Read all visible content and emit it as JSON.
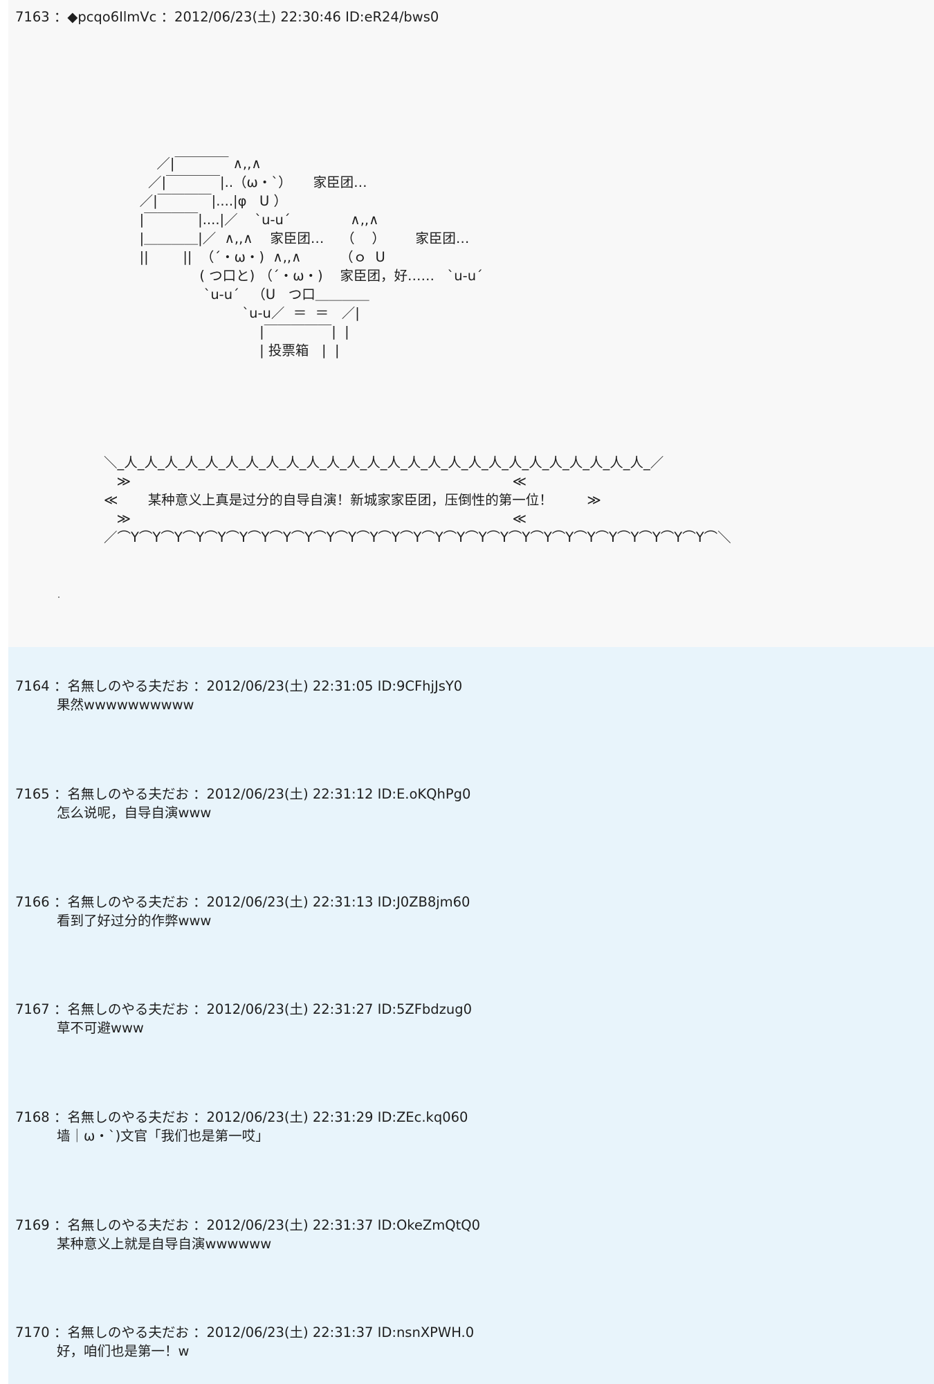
{
  "op": {
    "header": "7163 ：◆pcqo6IlmVc ：2012/06/23(土) 22:30:46 ID:eR24/bws0",
    "art_lines": [
      "            ／|￣￣￣￣ ∧,,∧",
      "          ／|￣￣￣￣|..（ω・`）     家臣团…",
      "        ／|￣￣￣￣|....|φ   U ）",
      "        |￣￣￣￣|....|／    `u-u´              ∧,,∧",
      "        |＿＿＿＿|／  ∧,,∧    家臣团…    （    ）       家臣团…",
      "        ||        ||  （´・ω・)  ∧,,∧         （ｏ  U",
      "                      ( つ口と) （´・ω・)    家臣团，好……   `u-u´",
      "                       `u-u´   （U   つ口＿＿＿＿",
      "                                `u-u／  ＝  ＝   ／|",
      "                                    |￣￣￣￣￣|  |",
      "                                    | 投票箱   |  |"
    ],
    "banner_lines": [
      "＼_人_人_人_人_人_人_人_人_人_人_人_人_人_人_人_人_人_人_人_人_人_人_人_人_人_人_／",
      "   ≫                                                                                         ≪",
      "≪       某种意义上真是过分的自导自演！新城家家臣团，压倒性的第一位！        ≫",
      "   ≫                                                                                         ≪",
      "／⌒Y⌒Y⌒Y⌒Y⌒Y⌒Y⌒Y⌒Y⌒Y⌒Y⌒Y⌒Y⌒Y⌒Y⌒Y⌒Y⌒Y⌒Y⌒Y⌒Y⌒Y⌒Y⌒Y⌒Y⌒Y⌒Y⌒Y⌒＼"
    ]
  },
  "replies": [
    {
      "header": "7164 ：名無しのやる夫だお ：2012/06/23(土) 22:31:05 ID:9CFhjJsY0",
      "body": "果然wwwwwwwwww"
    },
    {
      "header": "7165 ：名無しのやる夫だお ：2012/06/23(土) 22:31:12 ID:E.oKQhPg0",
      "body": "怎么说呢，自导自演www"
    },
    {
      "header": "7166 ：名無しのやる夫だお ：2012/06/23(土) 22:31:13 ID:J0ZB8jm60",
      "body": "看到了好过分的作弊www"
    },
    {
      "header": "7167 ：名無しのやる夫だお ：2012/06/23(土) 22:31:27 ID:5ZFbdzug0",
      "body": "草不可避www"
    },
    {
      "header": "7168 ：名無しのやる夫だお ：2012/06/23(土) 22:31:29 ID:ZEc.kq060",
      "body": "墙｜ω・`)文官「我们也是第一哎」"
    },
    {
      "header": "7169 ：名無しのやる夫だお ：2012/06/23(土) 22:31:37 ID:OkeZmQtQ0",
      "body": "某种意义上就是自导自演wwwwww"
    },
    {
      "header": "7170 ：名無しのやる夫だお ：2012/06/23(土) 22:31:37 ID:nsnXPWH.0",
      "body": "好，咱们也是第一！w"
    }
  ]
}
